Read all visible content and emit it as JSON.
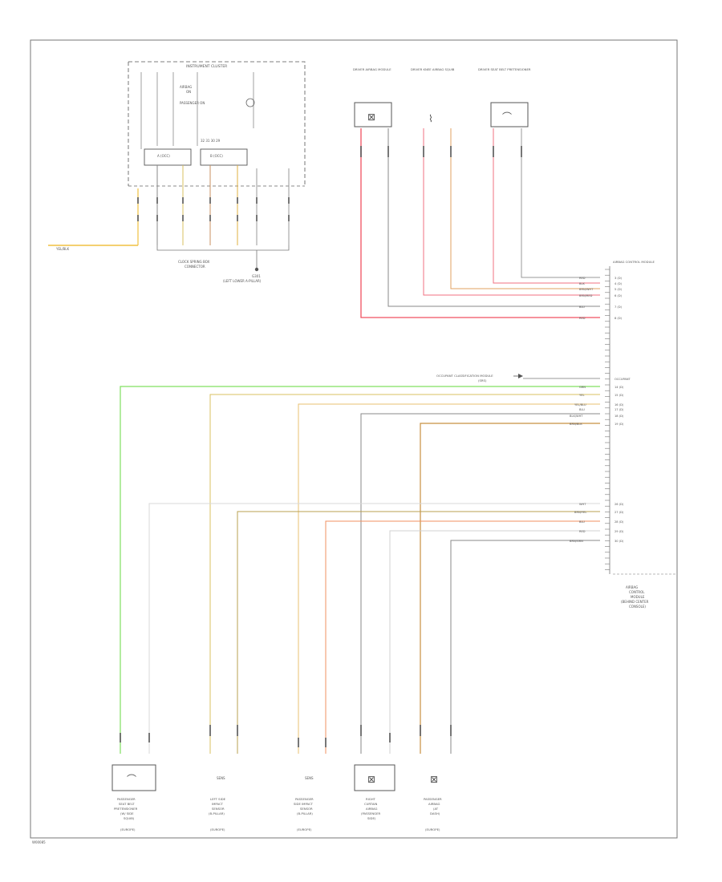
{
  "cluster": {
    "title": "INSTRUMENT CLUSTER",
    "airbag_label": "AIRBAG",
    "airbag_sub": "ON",
    "indicator_label": "PASSENGER ON",
    "connector_a": "A (OCC)",
    "connector_b": "B (OCC)",
    "connector_b_pins": "32  31  30  29",
    "harness_label": "CLOCK SPRING BOX",
    "harness_sub": "CONNECTOR",
    "ground_label": "G301",
    "ground_sub": "(LEFT LOWER A-PILLAR)"
  },
  "left_wire": {
    "label": "YEL/BLK"
  },
  "top_components": [
    {
      "label": "DRIVER AIRBAG MODULE",
      "symbol": "⊠"
    },
    {
      "label": "DRIVER KNEE AIRBAG SQUIB",
      "symbol": "⌇"
    },
    {
      "label": "DRIVER SEAT BELT PRETENSIONER",
      "symbol": "⌒"
    }
  ],
  "module": {
    "header": "AIRBAG CONTROL MODULE",
    "label_lines": [
      "AIRBAG",
      "CONTROL",
      "MODULE",
      "(BEHIND CENTER",
      "CONSOLE)"
    ]
  },
  "mid_note": "OCCUPANT CLASSIFICATION MODULE",
  "mid_note_sub": "(SRS)",
  "group1": {
    "wires": [
      {
        "color": "RED",
        "pin": "3 (D)"
      },
      {
        "color": "BLK",
        "pin": "4 (D)"
      },
      {
        "color": "BRN/WHT",
        "pin": "5 (D)"
      },
      {
        "color": "BRN/RED",
        "pin": "6 (D)"
      },
      {
        "color": "BLU",
        "pin": "7 (D)"
      },
      {
        "color": "RED",
        "pin": "8 (D)"
      }
    ]
  },
  "group2": {
    "header_pin": "OCCUPANT",
    "wires": [
      {
        "color": "GRN",
        "pin": "14 (D)"
      },
      {
        "color": "YEL",
        "pin": "15 (D)"
      },
      {
        "color": "YEL/BLU",
        "pin": "16 (D)"
      },
      {
        "color": "BLU",
        "pin": "17 (D)"
      },
      {
        "color": "BLK/WHT",
        "pin": "18 (D)"
      },
      {
        "color": "BRN/BLK",
        "pin": "19 (D)"
      }
    ]
  },
  "group3": {
    "wires": [
      {
        "color": "WHT",
        "pin": "26 (D)"
      },
      {
        "color": "BRN/YEL",
        "pin": "27 (D)"
      },
      {
        "color": "BLU",
        "pin": "28 (D)"
      },
      {
        "color": "RED",
        "pin": "29 (D)"
      },
      {
        "color": "BRN/GRN",
        "pin": "30 (D)"
      }
    ]
  },
  "bottom_components": [
    {
      "label": [
        "PASSENGER",
        "SEAT BELT",
        "PRETENSIONER",
        "(W/ SIDE",
        "SQUIB)",
        "(EUROPE)"
      ],
      "symbol": "⌒"
    },
    {
      "label": [
        "LEFT SIDE",
        "IMPACT",
        "SENSOR",
        "(B-PILLAR)",
        "",
        "(EUROPE)"
      ],
      "symbol": "SENS"
    },
    {
      "label": [
        "PASSENGER",
        "SIDE IMPACT",
        "SENSOR",
        "(B-PILLAR)",
        "",
        "(EUROPE)"
      ],
      "symbol": "SENS"
    },
    {
      "label": [
        "RIGHT",
        "CURTAIN",
        "AIRBAG",
        "(PASSENGER",
        "SIDE)",
        ""
      ],
      "symbol": "⊠"
    },
    {
      "label": [
        "PASSENGER",
        "AIRBAG",
        "(AT",
        "DASH)",
        "",
        "(EUROPE)"
      ],
      "symbol": "⊠"
    }
  ],
  "footer_id": "W00085"
}
